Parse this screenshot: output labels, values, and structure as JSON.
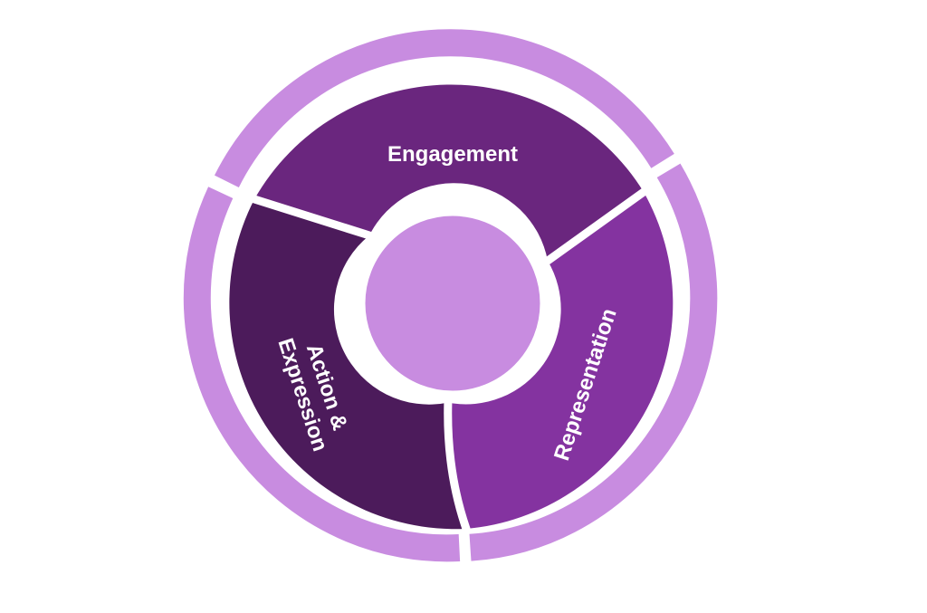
{
  "diagram": {
    "segments": [
      {
        "id": "engagement",
        "label": "Engagement",
        "color": "#6a267e"
      },
      {
        "id": "representation",
        "label": "Representation",
        "color": "#8433a0"
      },
      {
        "id": "action",
        "label_lines": [
          "Action &",
          "Expression"
        ],
        "color": "#4c1b5b"
      }
    ],
    "outer_ring_color": "#c88ce0",
    "center_color": "#c88ce0",
    "background_color": "#ffffff"
  }
}
